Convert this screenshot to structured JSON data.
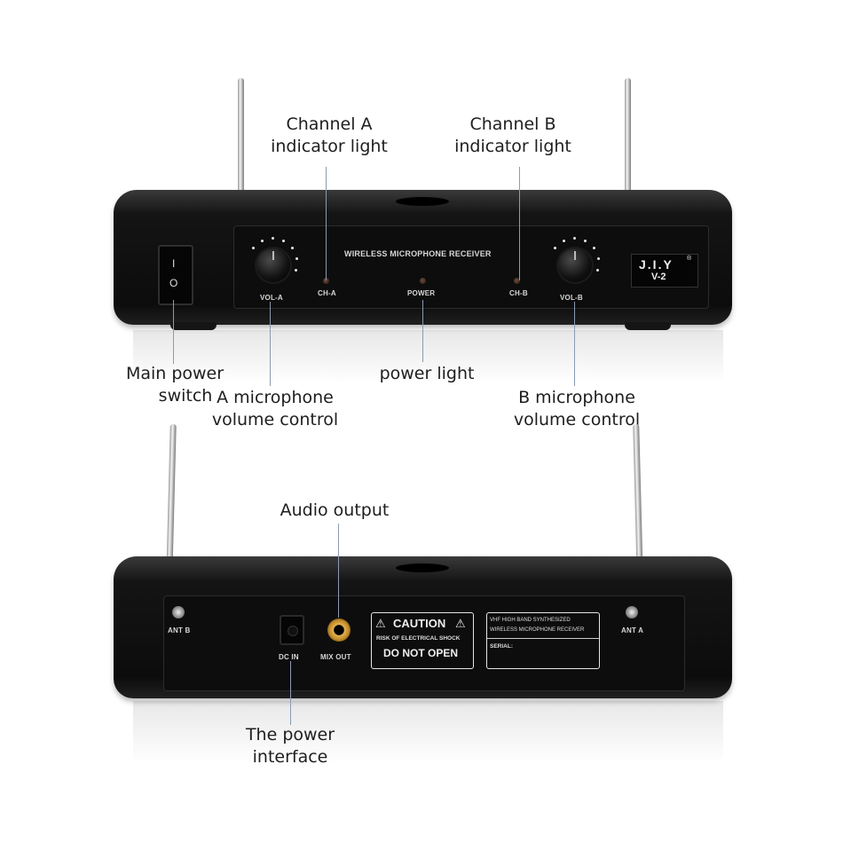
{
  "annotations": {
    "channel_a_light": {
      "line1": "Channel A",
      "line2": "indicator light"
    },
    "channel_b_light": {
      "line1": "Channel B",
      "line2": "indicator light"
    },
    "main_power_switch": {
      "line1": "Main power",
      "line2": "switch"
    },
    "a_mic_volume": {
      "line1": "A microphone",
      "line2": "volume control"
    },
    "power_light": "power light",
    "b_mic_volume": {
      "line1": "B microphone",
      "line2": "volume control"
    },
    "audio_output": "Audio output",
    "power_interface": {
      "line1": "The power",
      "line2": "interface"
    }
  },
  "front_panel": {
    "title": "WIRELESS MICROPHONE RECEIVER",
    "vol_a": "VOL-A",
    "vol_b": "VOL-B",
    "ch_a": "CH-A",
    "ch_b": "CH-B",
    "power": "POWER",
    "brand": "J.I.Y",
    "registered": "®",
    "model": "V-2",
    "switch_on": "I",
    "switch_off": "O"
  },
  "back_panel": {
    "ant_b": "ANT B",
    "ant_a": "ANT A",
    "dc_in": "DC IN",
    "mix_out": "MIX OUT",
    "caution": "CAUTION",
    "caution_sub": "RISK OF ELECTRICAL SHOCK",
    "do_not_open": "DO NOT OPEN",
    "spec_line1": "VHF HIGH BAND SYNTHESIZED",
    "spec_line2": "WIRELESS MICROPHONE RECEIVER",
    "serial": "SERIAL:"
  },
  "colors": {
    "device": "#111111",
    "antenna": "#c8c8c8",
    "leader_line": "#8a9bb0",
    "jack_gold": "#d6a23e"
  }
}
